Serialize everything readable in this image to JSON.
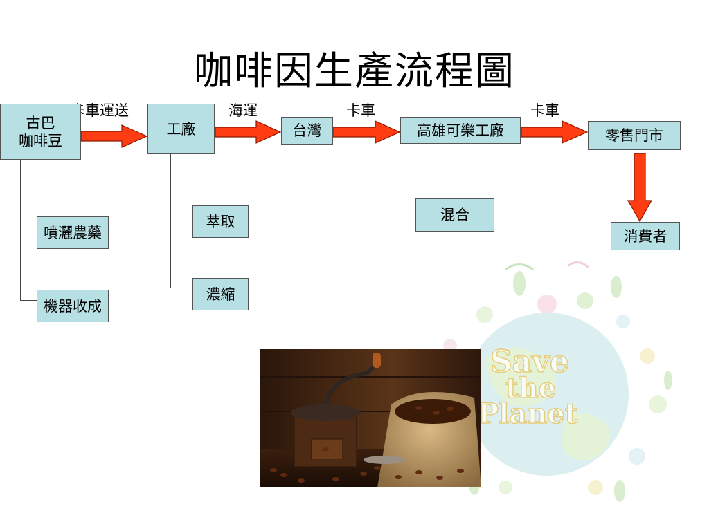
{
  "title": "咖啡因生產流程圖",
  "nodes": {
    "cuba": "古巴\n咖啡豆",
    "factory": "工廠",
    "taiwan": "台灣",
    "kaohsiung": "高雄可樂工廠",
    "retail": "零售門市",
    "spray": "噴灑農藥",
    "harvest": "機器收成",
    "extract": "萃取",
    "concentrate": "濃縮",
    "mix": "混合",
    "consumer": "消費者"
  },
  "edge_labels": {
    "cuba_factory": "卡車運送",
    "factory_taiwan": "海運",
    "taiwan_kaohsiung": "卡車",
    "kaohsiung_retail": "卡車"
  },
  "colors": {
    "box_fill": "#b7e0e4",
    "arrow_fill": "#ff3d12",
    "arrow_stroke": "#8a1800"
  },
  "decor": {
    "poster": [
      "Save",
      "the",
      "Planet"
    ]
  }
}
